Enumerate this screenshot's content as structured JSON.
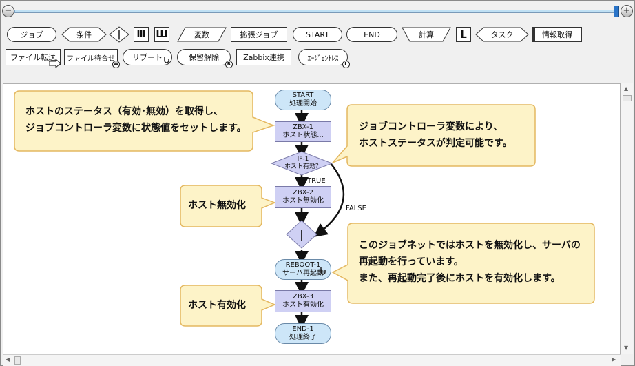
{
  "zoom": {
    "minus": "−",
    "plus": "+"
  },
  "palette": {
    "row1": [
      {
        "id": "job",
        "label": "ジョブ"
      },
      {
        "id": "condition",
        "label": "条件"
      },
      {
        "id": "split",
        "label": "|"
      },
      {
        "id": "parallel-start",
        "label": "Ⅲ"
      },
      {
        "id": "parallel-end",
        "label": "Ш"
      },
      {
        "id": "variable",
        "label": "変数"
      },
      {
        "id": "ext-job",
        "label": "拡張ジョブ"
      },
      {
        "id": "start",
        "label": "START"
      },
      {
        "id": "end",
        "label": "END"
      },
      {
        "id": "calc",
        "label": "計算"
      },
      {
        "id": "loop",
        "label": "L"
      },
      {
        "id": "task",
        "label": "タスク"
      },
      {
        "id": "info",
        "label": "情報取得"
      }
    ],
    "row2": [
      {
        "id": "file-transfer",
        "label": "ファイル転送"
      },
      {
        "id": "file-wait",
        "label": "ファイル待合せ",
        "badge": "W"
      },
      {
        "id": "reboot",
        "label": "リブート"
      },
      {
        "id": "hold-release",
        "label": "保留解除",
        "badge": "R"
      },
      {
        "id": "zabbix",
        "label": "Zabbix連携"
      },
      {
        "id": "agentless",
        "label": "ｴｰｼﾞｪﾝﾄﾚｽ",
        "badge": "L"
      }
    ]
  },
  "flow": {
    "start": {
      "id": "START",
      "name": "処理開始"
    },
    "zbx1": {
      "id": "ZBX-1",
      "name": "ホスト状態..."
    },
    "if1": {
      "id": "IF-1",
      "name": "ホスト有効？"
    },
    "true_label": "TRUE",
    "false_label": "FALSE",
    "zbx2": {
      "id": "ZBX-2",
      "name": "ホスト無効化"
    },
    "merge": "|",
    "reboot1": {
      "id": "REBOOT-1",
      "name": "サーバ再起動"
    },
    "zbx3": {
      "id": "ZBX-3",
      "name": "ホスト有効化"
    },
    "end1": {
      "id": "END-1",
      "name": "処理終了"
    }
  },
  "callouts": {
    "c1": {
      "line1": "ホストのステータス（有効･無効）を取得し、",
      "line2": "ジョブコントローラ変数に状態値をセットします。"
    },
    "c2": {
      "line1": "ジョブコントローラ変数により、",
      "line2": "ホストステータスが判定可能です。"
    },
    "c3": {
      "line1": "ホスト無効化"
    },
    "c4": {
      "line1": "このジョブネットではホストを無効化し、サーバの",
      "line2": "再起動を行っています。",
      "line3": "また、再起動完了後にホストを有効化します。"
    },
    "c5": {
      "line1": "ホスト有効化"
    }
  },
  "colors": {
    "callout_fill": "#fdf3c8",
    "callout_stroke": "#e4b860",
    "terminal_fill": "#cde6f8",
    "job_fill": "#cfd0f4"
  }
}
